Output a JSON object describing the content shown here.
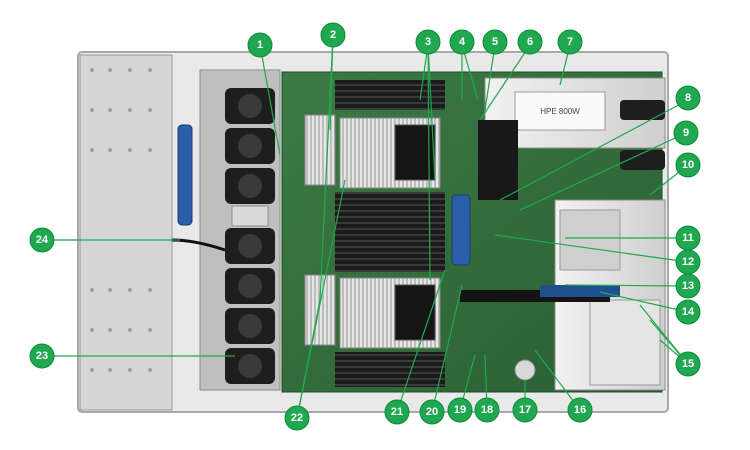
{
  "diagram": {
    "callouts": [
      {
        "id": "1",
        "label": "1"
      },
      {
        "id": "2",
        "label": "2"
      },
      {
        "id": "3",
        "label": "3"
      },
      {
        "id": "4",
        "label": "4"
      },
      {
        "id": "5",
        "label": "5"
      },
      {
        "id": "6",
        "label": "6"
      },
      {
        "id": "7",
        "label": "7"
      },
      {
        "id": "8",
        "label": "8"
      },
      {
        "id": "9",
        "label": "9"
      },
      {
        "id": "10",
        "label": "10"
      },
      {
        "id": "11",
        "label": "11"
      },
      {
        "id": "12",
        "label": "12"
      },
      {
        "id": "13",
        "label": "13"
      },
      {
        "id": "14",
        "label": "14"
      },
      {
        "id": "15",
        "label": "15"
      },
      {
        "id": "16",
        "label": "16"
      },
      {
        "id": "17",
        "label": "17"
      },
      {
        "id": "18",
        "label": "18"
      },
      {
        "id": "19",
        "label": "19"
      },
      {
        "id": "20",
        "label": "20"
      },
      {
        "id": "21",
        "label": "21"
      },
      {
        "id": "22",
        "label": "22"
      },
      {
        "id": "23",
        "label": "23"
      },
      {
        "id": "24",
        "label": "24"
      }
    ],
    "colors": {
      "callout_fill": "#1fa84f",
      "board_green": "#2f6b3a",
      "chassis_gray": "#d9d9d9"
    },
    "psu_label": "HPE 800W"
  }
}
